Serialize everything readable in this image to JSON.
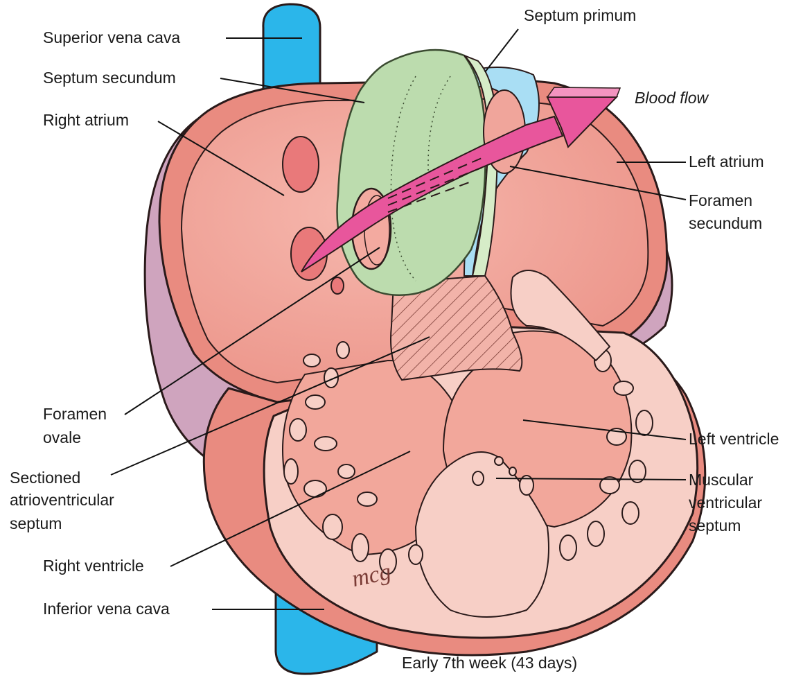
{
  "figure": {
    "caption": "Early 7th week (43 days)",
    "signature": "mcg"
  },
  "labels": {
    "superior_vena_cava": "Superior vena cava",
    "septum_secundum": "Septum secundum",
    "right_atrium": "Right atrium",
    "septum_primum": "Septum primum",
    "blood_flow": "Blood flow",
    "left_atrium": "Left atrium",
    "foramen_secundum_1": "Foramen",
    "foramen_secundum_2": "secundum",
    "foramen_ovale_1": "Foramen",
    "foramen_ovale_2": "ovale",
    "left_ventricle": "Left ventricle",
    "sectioned_av_septum_1": "Sectioned",
    "sectioned_av_septum_2": "atrioventricular",
    "sectioned_av_septum_3": "septum",
    "muscular_vs_1": "Muscular",
    "muscular_vs_2": "ventricular",
    "muscular_vs_3": "septum",
    "right_ventricle": "Right ventricle",
    "inferior_vena_cava": "Inferior vena cava"
  },
  "colors": {
    "vena_cava": "#2bb6ea",
    "heart_outer": "#e98b80",
    "heart_inner": "#f3aaa0",
    "heart_light": "#f7cfc6",
    "pericardium": "#cfa4be",
    "septum_secundum": "#bcdcae",
    "septum_primum": "#a9def4",
    "blood_flow": "#e8569c"
  }
}
